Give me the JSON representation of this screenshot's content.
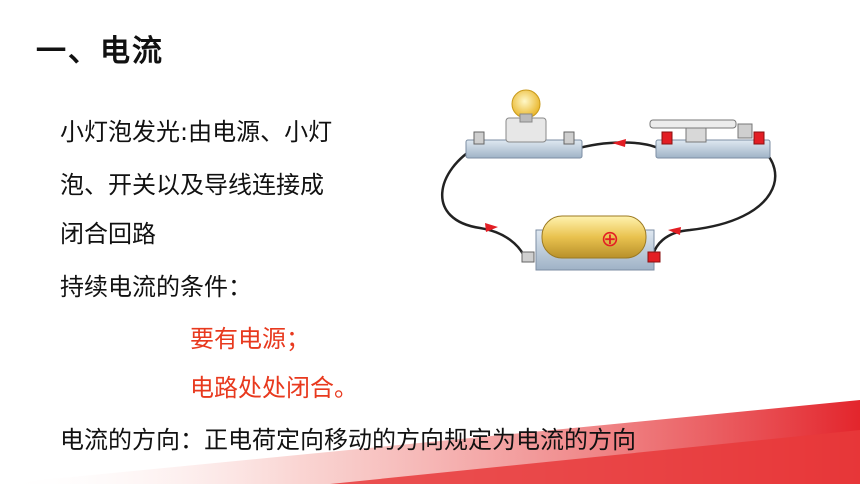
{
  "slide": {
    "title": "一、电流",
    "lines": [
      "小灯泡发光:由电源、小灯",
      "泡、开关以及导线连接成",
      "闭合回路",
      "持续电流的条件："
    ],
    "conditions": [
      "要有电源；",
      "电路处处闭合。"
    ],
    "direction": "电流的方向：正电荷定向移动的方向规定为电流的方向"
  },
  "colors": {
    "accent": "#e8391e",
    "band": "#e3252c",
    "wire": "#222222",
    "arrow": "#e31e24"
  },
  "icons": {
    "battery_symbol": "⊕"
  }
}
